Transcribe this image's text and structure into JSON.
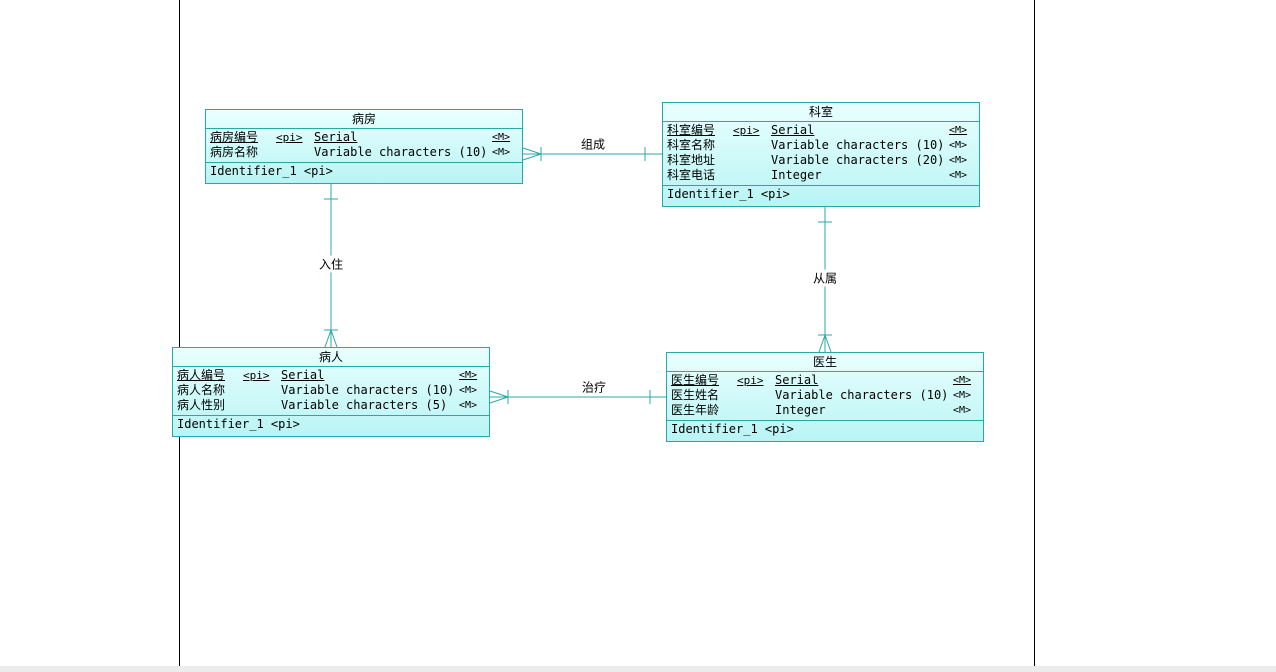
{
  "entities": {
    "ward": {
      "title": "病房",
      "attributes": [
        {
          "name": "病房编号",
          "pi": "<pi>",
          "type": "Serial",
          "mandatory": "<M>"
        },
        {
          "name": "病房名称",
          "pi": "",
          "type": "Variable characters (10)",
          "mandatory": "<M>"
        }
      ],
      "identifier": "Identifier_1  <pi>"
    },
    "department": {
      "title": "科室",
      "attributes": [
        {
          "name": "科室编号",
          "pi": "<pi>",
          "type": "Serial",
          "mandatory": "<M>"
        },
        {
          "name": "科室名称",
          "pi": "",
          "type": "Variable characters (10)",
          "mandatory": "<M>"
        },
        {
          "name": "科室地址",
          "pi": "",
          "type": "Variable characters (20)",
          "mandatory": "<M>"
        },
        {
          "name": "科室电话",
          "pi": "",
          "type": "Integer",
          "mandatory": "<M>"
        }
      ],
      "identifier": "Identifier_1  <pi>"
    },
    "patient": {
      "title": "病人",
      "attributes": [
        {
          "name": "病人编号",
          "pi": "<pi>",
          "type": "Serial",
          "mandatory": "<M>"
        },
        {
          "name": "病人名称",
          "pi": "",
          "type": "Variable characters (10)",
          "mandatory": "<M>"
        },
        {
          "name": "病人性别",
          "pi": "",
          "type": "Variable characters (5)",
          "mandatory": "<M>"
        }
      ],
      "identifier": "Identifier_1  <pi>"
    },
    "doctor": {
      "title": "医生",
      "attributes": [
        {
          "name": "医生编号",
          "pi": "<pi>",
          "type": "Serial",
          "mandatory": "<M>"
        },
        {
          "name": "医生姓名",
          "pi": "",
          "type": "Variable characters (10)",
          "mandatory": "<M>"
        },
        {
          "name": "医生年龄",
          "pi": "",
          "type": "Integer",
          "mandatory": "<M>"
        }
      ],
      "identifier": "Identifier_1  <pi>"
    }
  },
  "relationships": {
    "compose": "组成",
    "reside": "入住",
    "belong": "从属",
    "treat": "治疗"
  },
  "colors": {
    "line": "#2aa8a8",
    "entity_fill_top": "#e9ffff",
    "entity_fill_bottom": "#b9f4f4"
  }
}
